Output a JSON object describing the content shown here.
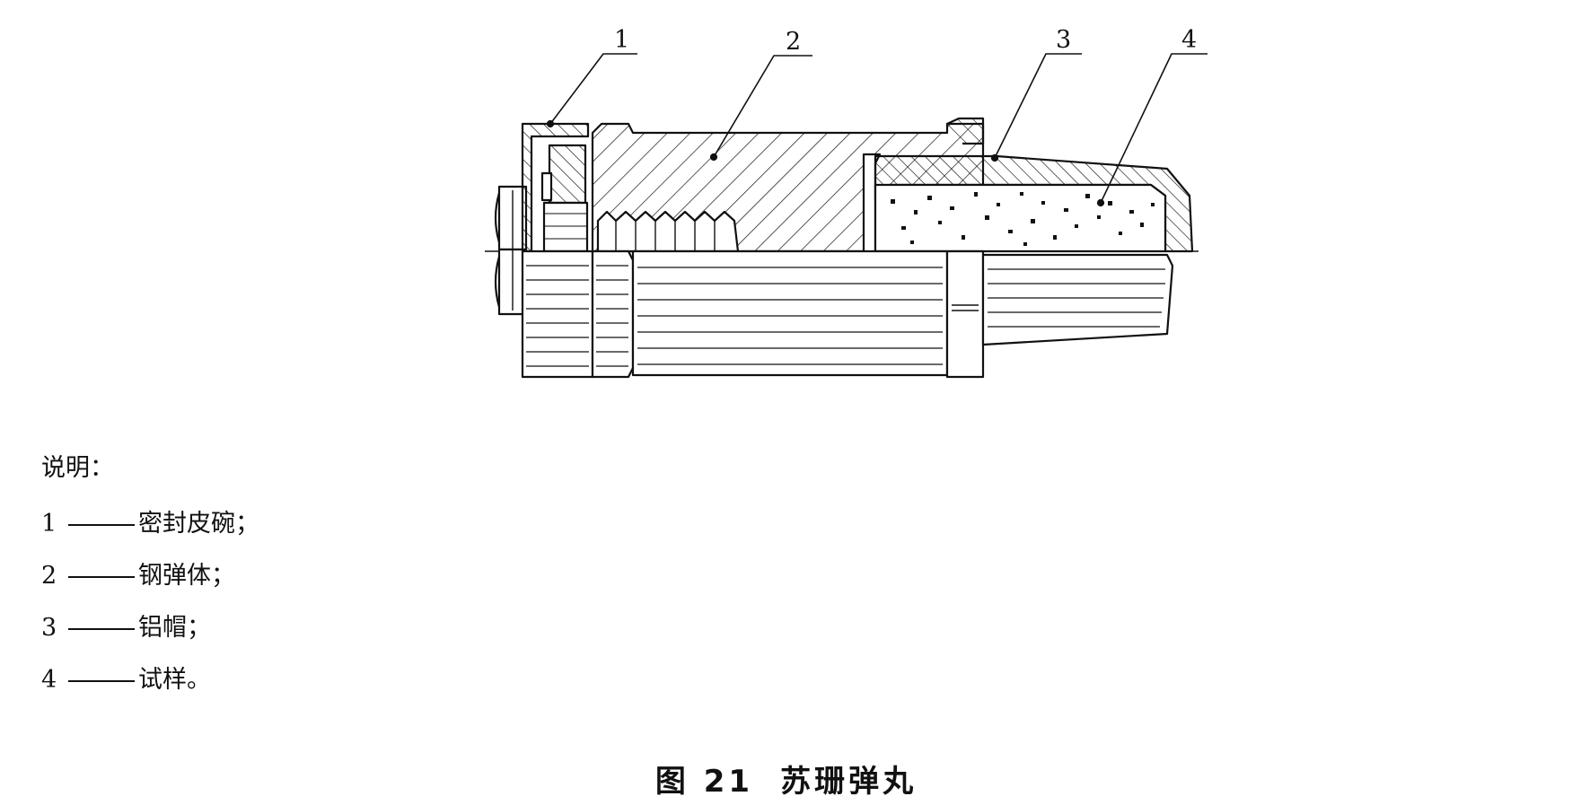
{
  "figure": {
    "callouts": [
      "1",
      "2",
      "3",
      "4"
    ]
  },
  "legend": {
    "heading": "说明：",
    "items": [
      {
        "number": "1",
        "text": "密封皮碗；"
      },
      {
        "number": "2",
        "text": "钢弹体；"
      },
      {
        "number": "3",
        "text": "铝帽；"
      },
      {
        "number": "4",
        "text": "试样。"
      }
    ]
  },
  "caption": {
    "label": "图 21",
    "title": "苏珊弹丸"
  }
}
